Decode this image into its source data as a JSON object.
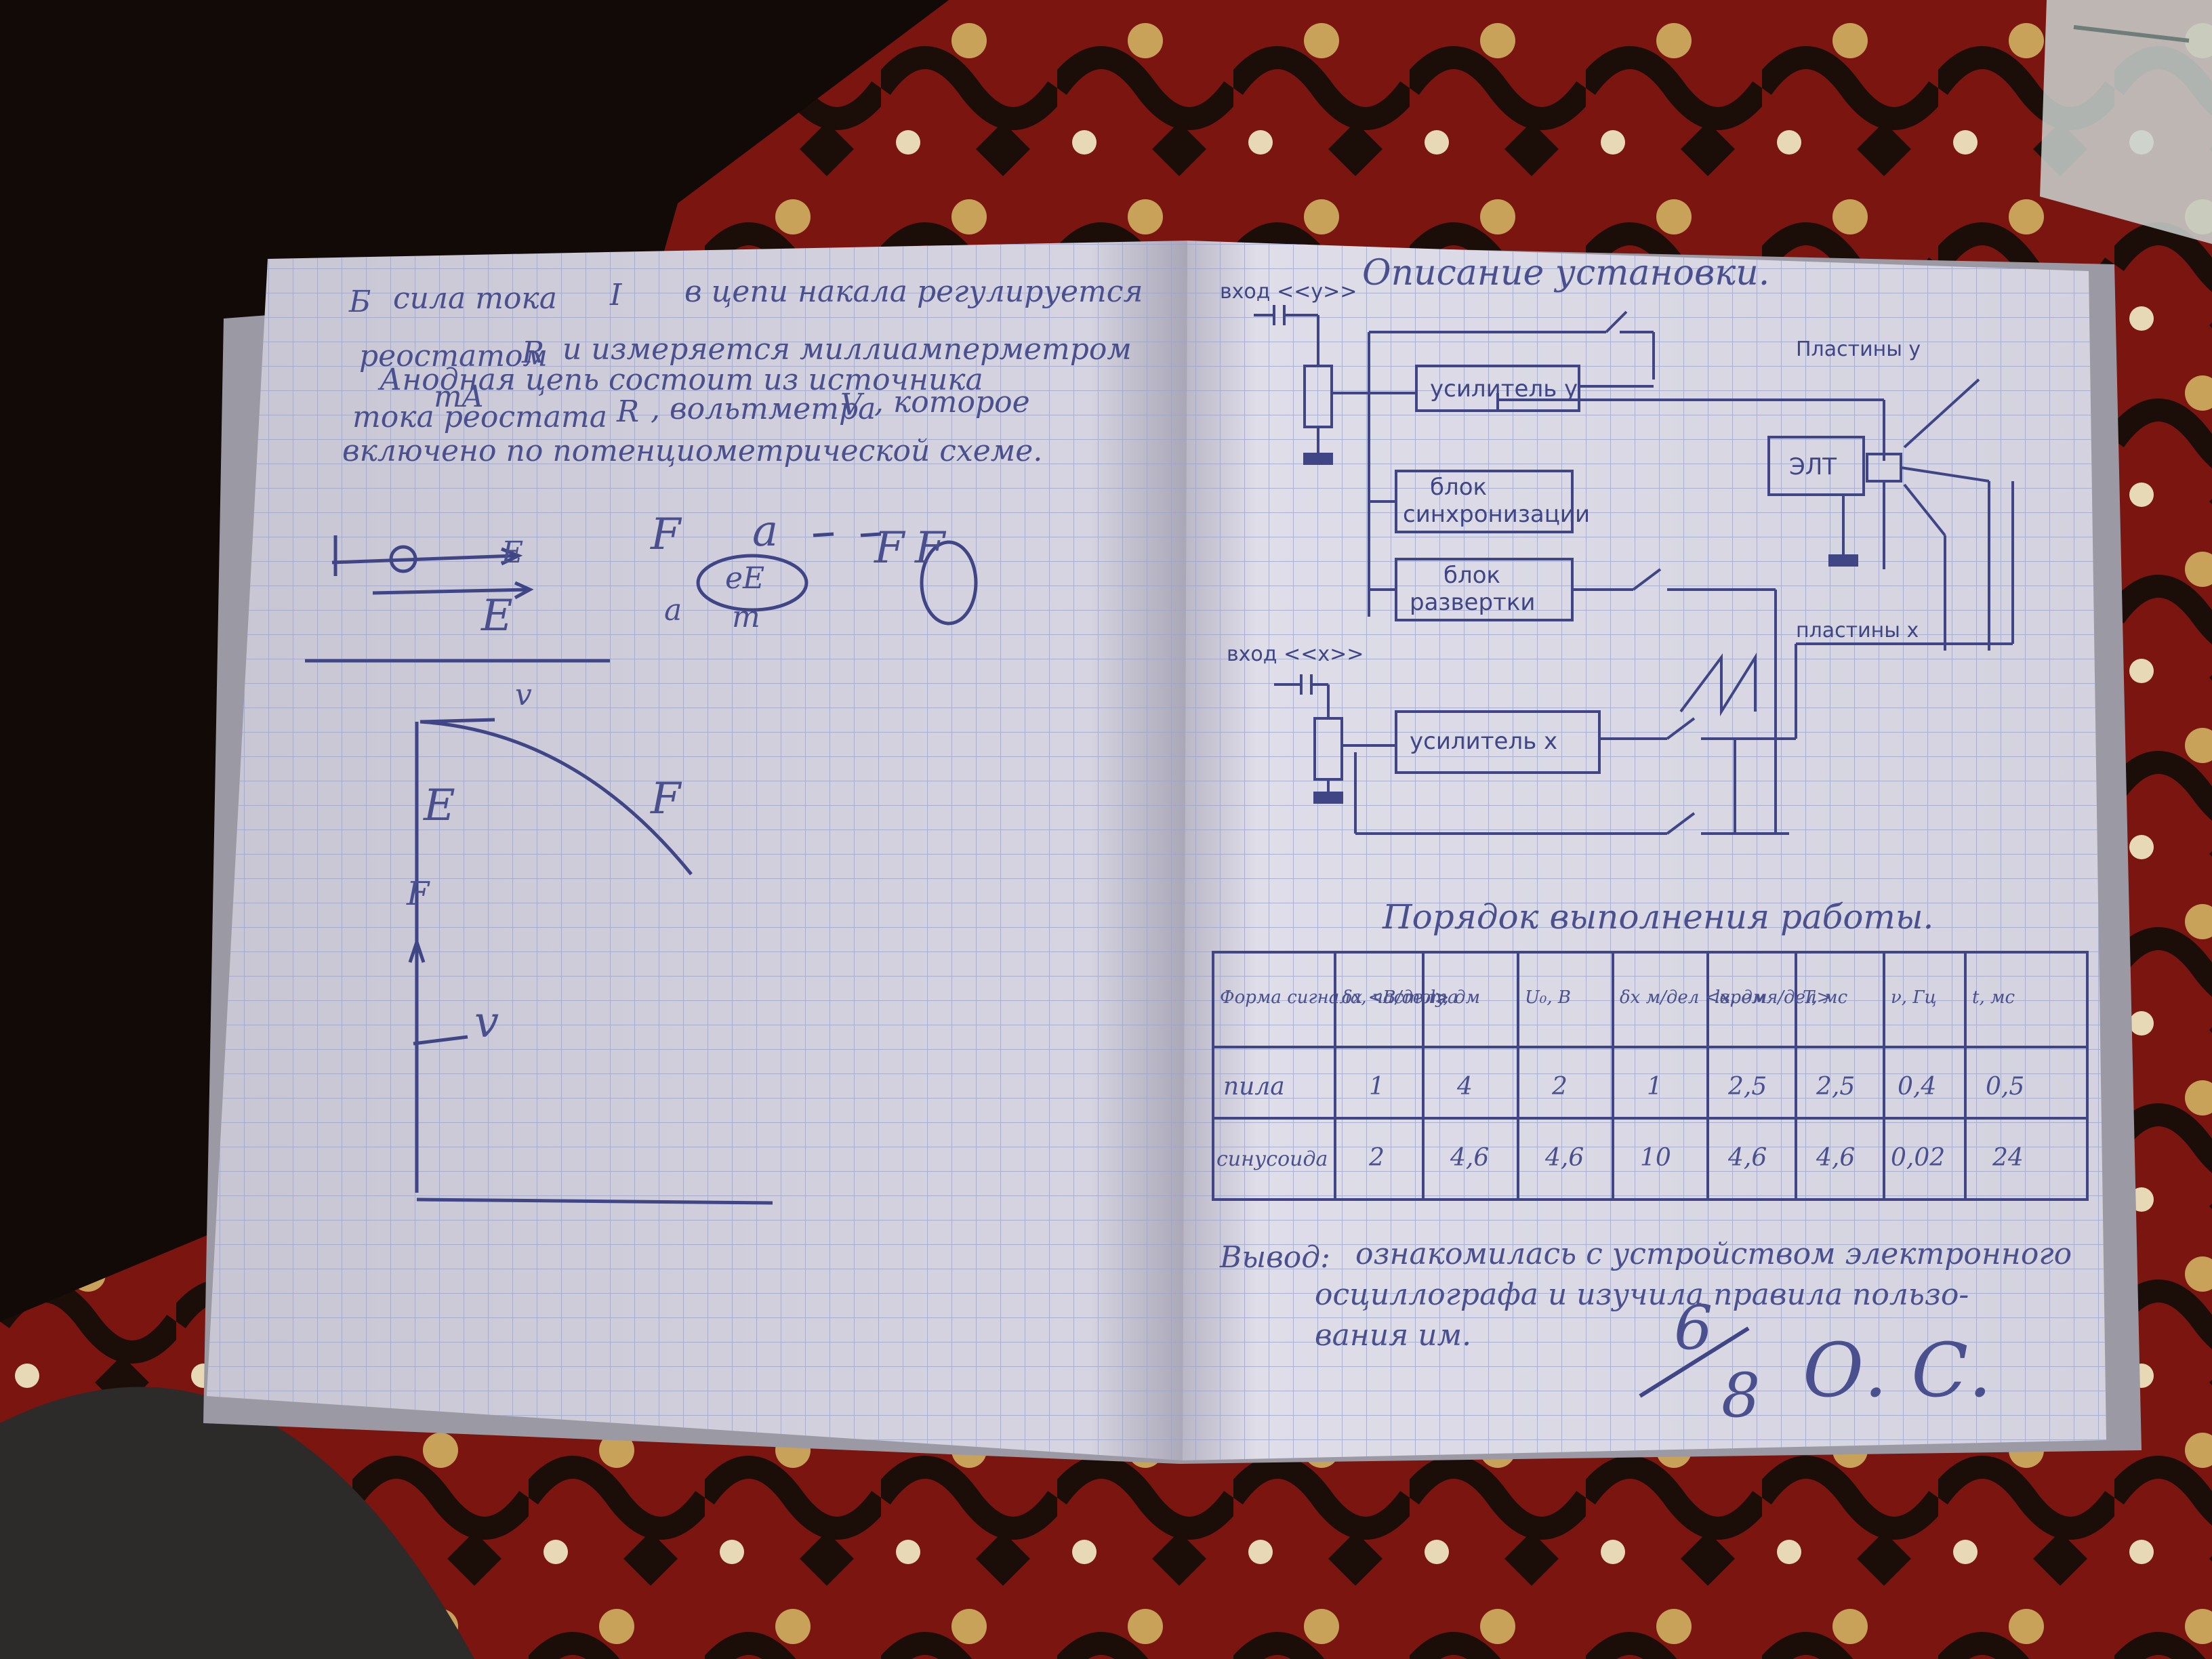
{
  "left_page": {
    "notes": [
      "Б",
      "сила тока",
      "I",
      "в цепи накала регулируется",
      "реостатом",
      "R",
      "и измеряется миллиамперметром",
      "mA",
      "Анодная цепь состоит из источника",
      "тока реостата",
      "R",
      ", вольтметра",
      "V",
      ", которое",
      "включено по потенциометрической схеме."
    ],
    "sketch_labels": [
      "F",
      "a",
      "F",
      "F",
      "E",
      "a",
      "eE",
      "m",
      "E",
      "v",
      "E",
      "F",
      "F",
      "v"
    ]
  },
  "right_page": {
    "title": "Описание установки.",
    "diagram": {
      "input_y": "вход <<y>>",
      "input_x": "вход <<x>>",
      "amplifier_y": "усилитель y",
      "sync_block_line1": "блок",
      "sync_block_line2": "синхронизации",
      "sweep_block_line1": "блок",
      "sweep_block_line2": "развертки",
      "amplifier_x": "усилитель x",
      "crt": "ЭЛТ",
      "plates_y": "Пластины y",
      "plates_x": "пластины x"
    },
    "procedure_title": "Порядок выполнения работы.",
    "table": {
      "headers": [
        "Форма сигнала, частота",
        "δx <B/дел>",
        "ly, дм",
        "U₀, B",
        "δx м/дел <время/дел>",
        "lx, дм",
        "T, мс",
        "ν, Гц",
        "t, мс"
      ],
      "rows": [
        [
          "пила",
          "1",
          "4",
          "2",
          "1",
          "2,5",
          "2,5",
          "0,4",
          "0,5"
        ],
        [
          "синусоида",
          "2",
          "4,6",
          "4,6",
          "10",
          "4,6",
          "4,6",
          "0,02",
          "24"
        ]
      ]
    },
    "conclusion_label": "Вывод:",
    "conclusion_lines": [
      "ознакомилась с устройством электронного",
      "осциллографа и изучила правила пользо-",
      "вания им."
    ],
    "grade_top": "6",
    "grade_bottom": "8",
    "signature": "О. С."
  },
  "colors": {
    "ink": "#3f4585",
    "paper": "#dcdbe6",
    "grid": "#9aa2c8",
    "carpet_red": "#8e1a14"
  }
}
